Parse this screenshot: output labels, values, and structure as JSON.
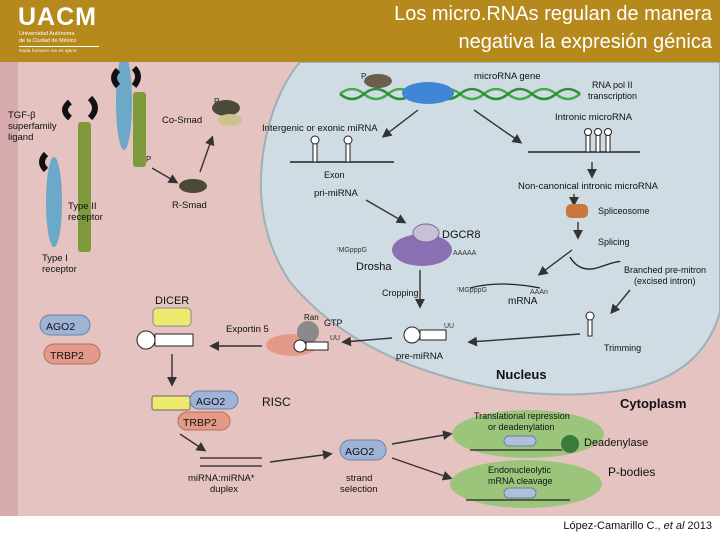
{
  "header": {
    "logo_name": "UACM",
    "logo_line1": "Universidad Autónoma",
    "logo_line2": "de la Ciudad de México",
    "logo_tagline": "Nada humano me es ajeno",
    "title_line1": "Los micro.RNAs regulan de manera",
    "title_line2": "negativa la expresión génica"
  },
  "citation": {
    "text": "López-Camarillo C., ",
    "etal": "et al",
    "year": " 2013"
  },
  "colors": {
    "header": "#b5891b",
    "cytoplasm": "#e7c6c3",
    "nucleus": "#cfdce2",
    "p_bodies": "#9cc57c",
    "dna_green": "#4bb64b",
    "pol_blue": "#3f86d6",
    "drosha_purple": "#8b6fb3",
    "ago_blue": "#9fb3d6",
    "trbp_salmon": "#e39a88",
    "dicer_yellow": "#eeea70",
    "receptor_green": "#7f9a3a"
  },
  "diagram": {
    "labels": {
      "tgf": "TGF-β",
      "superfamily": "superfamily",
      "ligand": "ligand",
      "type2_a": "Type II",
      "type2_b": "receptor",
      "type1_a": "Type I",
      "type1_b": "receptor",
      "cosmad": "Co-Smad",
      "rsmad": "R-Smad",
      "p": "P",
      "mirna_gene": "microRNA gene",
      "rna_pol_a": "RNA pol II",
      "rna_pol_b": "transcription",
      "intergenic": "Intergenic or exonic miRNA",
      "intronic": "Intronic microRNA",
      "exon": "Exon",
      "pri_mirna": "pri-miRNA",
      "noncanon": "Non-canonical intronic microRNA",
      "spliceosome": "Spliceosome",
      "dgcr8": "DGCR8",
      "mgppg": "⁷MGpppG",
      "aaaaa": "AAAAA",
      "drosha": "Drosha",
      "splicing": "Splicing",
      "branched_a": "Branched pre-mitron",
      "branched_b": "(excised intron)",
      "cropping": "Cropping",
      "mgppg2": "⁷MGpppG",
      "aaan": "AAAn",
      "mrna": "mRNA",
      "dicer": "DICER",
      "ago2": "AGO2",
      "trbp2": "TRBP2",
      "exportin": "Exportin 5",
      "ran": "Ran",
      "gtp": "GTP",
      "uu": "UU",
      "pre_mirna": "pre-miRNA",
      "trimming": "Trimming",
      "nucleus": "Nucleus",
      "risc": "RISC",
      "cytoplasm": "Cytoplasm",
      "transl_a": "Translational repression",
      "transl_b": "or deadenylation",
      "deadenylase": "Deadenylase",
      "endo_a": "Endonucleolytic",
      "endo_b": "mRNA cleavage",
      "pbodies": "P-bodies",
      "duplex_a": "miRNA:miRNA*",
      "duplex_b": "duplex",
      "strand_a": "strand",
      "strand_b": "selection"
    }
  }
}
